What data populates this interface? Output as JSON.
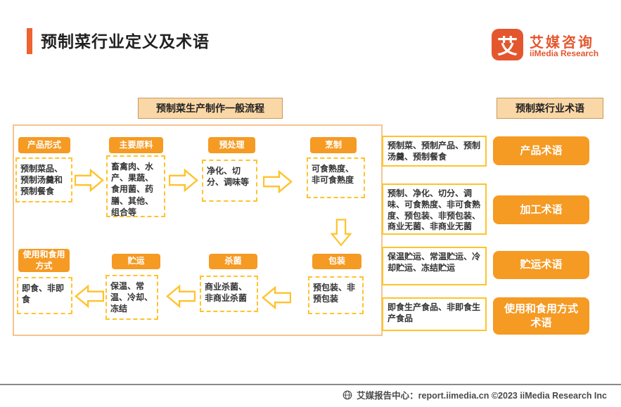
{
  "header": {
    "title": "预制菜行业定义及术语",
    "logo": {
      "glyph": "艾",
      "name_cn": "艾媒咨询",
      "name_en": "iiMedia Research"
    }
  },
  "flow": {
    "title": "预制菜生产制作一般流程",
    "top_row": [
      {
        "label": "产品形式",
        "content": "预制菜品、预制汤羹和预制餐食"
      },
      {
        "label": "主要原料",
        "content": "畜禽肉、水产、果蔬、食用菌、药膳、其他、组合等"
      },
      {
        "label": "预处理",
        "content": "净化、切分、调味等"
      },
      {
        "label": "烹制",
        "content": "可食熟度、非可食熟度"
      }
    ],
    "bottom_row": [
      {
        "label": "使用和食用方式",
        "content": "即食、非即食"
      },
      {
        "label": "贮运",
        "content": "保温、常温、冷却、冻结"
      },
      {
        "label": "杀菌",
        "content": "商业杀菌、非商业杀菌"
      },
      {
        "label": "包装",
        "content": "预包装、非预包装"
      }
    ]
  },
  "terms": {
    "title": "预制菜行业术语",
    "rows": [
      {
        "desc": "预制菜、预制产品、预制汤羹、预制餐食",
        "label": "产品术语"
      },
      {
        "desc": "预制、净化、切分、调味、可食熟度、非可食熟度、预包装、非预包装、商业无菌、非商业无菌",
        "label": "加工术语"
      },
      {
        "desc": "保温贮运、常温贮运、冷却贮运、冻结贮运",
        "label": "贮运术语"
      },
      {
        "desc": "即食生产食品、非即食生产食品",
        "label": "使用和食用方式术语"
      }
    ]
  },
  "footer": {
    "text": "艾媒报告中心：report.iimedia.cn ©2023 iiMedia Research Inc"
  },
  "colors": {
    "accent_orange": "#F59A23",
    "dash_yellow": "#FFC32B",
    "logo_orange": "#E4572E",
    "panel_peach": "#FAD7A6",
    "container_border": "#F6C490",
    "header_bar": "#F0622F"
  }
}
